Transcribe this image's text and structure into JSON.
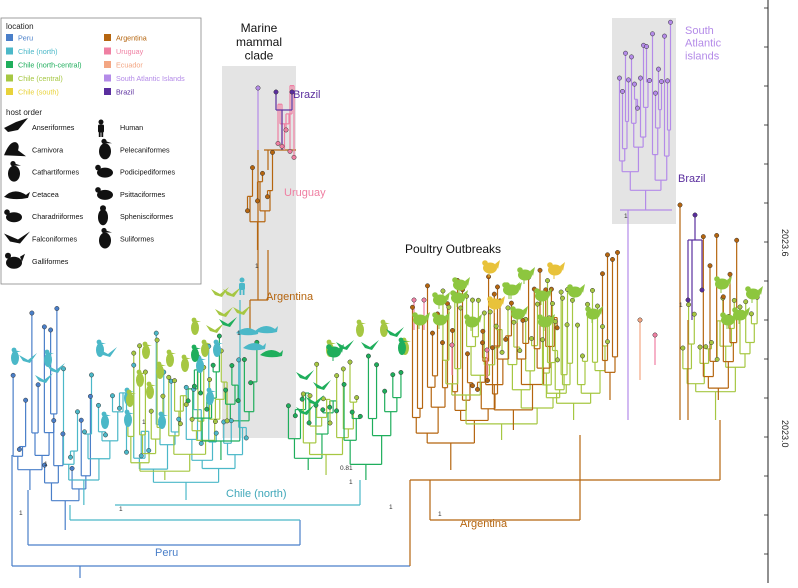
{
  "legend": {
    "location_title": "location",
    "locations": [
      {
        "label": "Peru",
        "color": "#4a7fc9"
      },
      {
        "label": "Chile (north)",
        "color": "#4bb8c8"
      },
      {
        "label": "Chile (north-central)",
        "color": "#1fae5c"
      },
      {
        "label": "Chile (central)",
        "color": "#a6c742"
      },
      {
        "label": "Chile (south)",
        "color": "#e8d23a"
      },
      {
        "label": "Argentina",
        "color": "#b5650f"
      },
      {
        "label": "Uruguay",
        "color": "#ef7fa2"
      },
      {
        "label": "Ecuador",
        "color": "#f3a683"
      },
      {
        "label": "South Atlantic Islands",
        "color": "#b48be8"
      },
      {
        "label": "Brazil",
        "color": "#5a2e9e"
      }
    ],
    "host_title": "host order",
    "hosts_left": [
      {
        "label": "Anseriformes",
        "icon": "duck-icon"
      },
      {
        "label": "Carnivora",
        "icon": "sea-lion-icon"
      },
      {
        "label": "Cathartiformes",
        "icon": "vulture-icon"
      },
      {
        "label": "Cetacea",
        "icon": "dolphin-icon"
      },
      {
        "label": "Charadriiformes",
        "icon": "gull-icon"
      },
      {
        "label": "Falconiformes",
        "icon": "falcon-icon"
      },
      {
        "label": "Galliformes",
        "icon": "chicken-icon"
      }
    ],
    "hosts_right": [
      {
        "label": "Human",
        "icon": "human-icon"
      },
      {
        "label": "Pelecaniformes",
        "icon": "pelican-icon"
      },
      {
        "label": "Podicipediformes",
        "icon": "grebe-icon"
      },
      {
        "label": "Psittaciformes",
        "icon": "parrot-icon"
      },
      {
        "label": "Sphenisciformes",
        "icon": "penguin-icon"
      },
      {
        "label": "Suliformes",
        "icon": "cormorant-icon"
      }
    ]
  },
  "clades": {
    "marine": "Marine\nmammal\nclade",
    "south_atlantic": "South\nAtlantic\nislands",
    "poultry": "Poultry Outbreaks",
    "brazil_marine": "Brazil",
    "brazil_sa": "Brazil",
    "uruguay": "Uruguay",
    "argentina_marine": "Argentina",
    "argentina_main": "Argentina",
    "chile_north": "Chile (north)",
    "peru": "Peru"
  },
  "bootstrap": [
    "1",
    "1",
    "1",
    "1",
    "1",
    "1",
    "1",
    "1",
    "1",
    "1",
    "1",
    "0.81"
  ],
  "time_axis": {
    "ticks": [
      "2023.6",
      "2023.0"
    ]
  },
  "colors": {
    "peru": "#4a7fc9",
    "chile_north": "#4bb8c8",
    "chile_nc": "#1fae5c",
    "chile_central": "#a6c742",
    "argentina": "#b5650f",
    "uruguay": "#ef7fa2",
    "ecuador": "#f3a683",
    "sai": "#b48be8",
    "brazil": "#5a2e9e",
    "chicken": "#8dc63f"
  }
}
